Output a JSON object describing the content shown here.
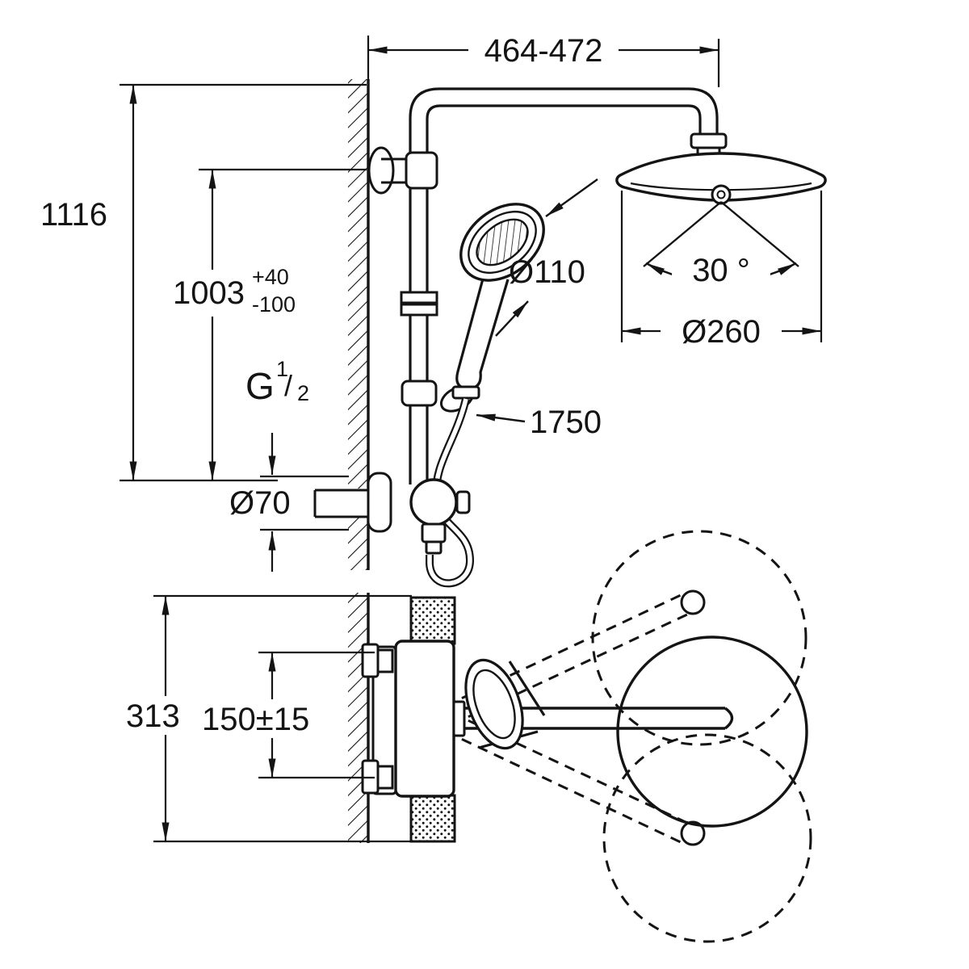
{
  "drawing": {
    "type": "technical-dimension-drawing",
    "subject": "thermostatic shower system with head shower, hand shower and shower arm swivel range",
    "line_color": "#141414",
    "background": "#ffffff"
  },
  "dimensions": {
    "top_width_range": "464-472",
    "overall_height": "1116",
    "riser_height": "1003",
    "riser_height_tol_plus": "+40",
    "riser_height_tol_minus": "-100",
    "thread_letter": "G",
    "thread_numerator": "1",
    "thread_slash": "/",
    "thread_denominator": "2",
    "escutcheon_diameter": "Ø70",
    "hand_shower_diameter": "Ø110",
    "head_swivel_angle": "30 °",
    "head_shower_diameter": "Ø260",
    "hose_length": "1750",
    "valve_section_height": "313",
    "arm_offset": "150±15"
  }
}
